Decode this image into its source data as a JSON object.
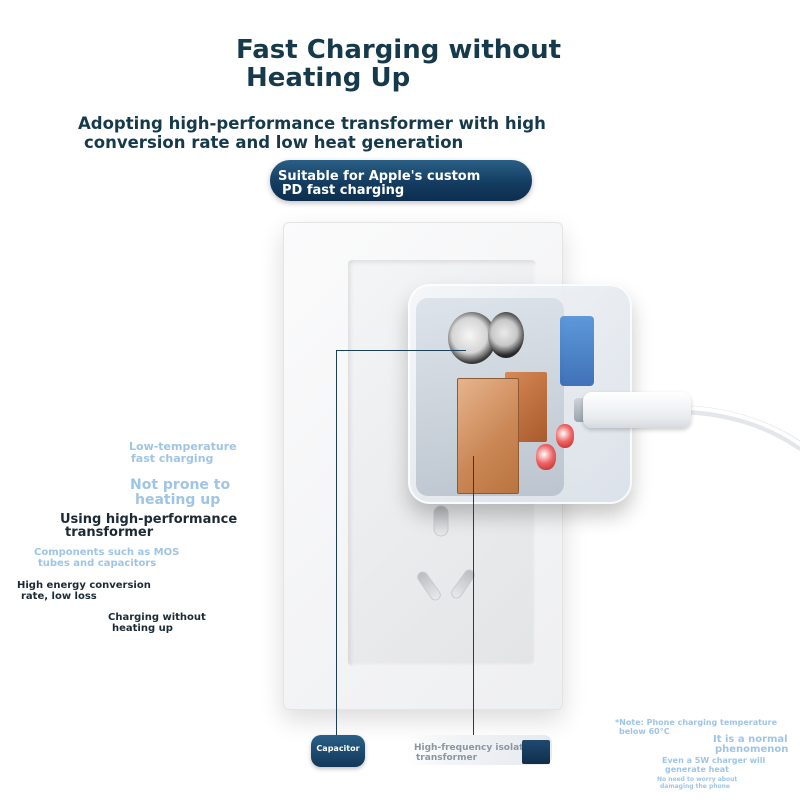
{
  "header": {
    "title_line1": "Fast Charging without",
    "title_line2": "Heating Up",
    "subtitle_line1": "Adopting high-performance transformer with high",
    "subtitle_line2": "conversion rate and low heat generation",
    "badge_line1": "Suitable for Apple's custom",
    "badge_line2": "PD fast charging"
  },
  "features": [
    {
      "line1": "Low-temperature",
      "line2": "fast charging"
    },
    {
      "line1": "Not prone to",
      "line2": "heating up"
    },
    {
      "line1": "Using high-performance",
      "line2": "transformer"
    },
    {
      "line1": "Components such as MOS",
      "line2": "tubes and capacitors"
    },
    {
      "line1": "High energy conversion",
      "line2": "rate, low loss"
    },
    {
      "line1": "Charging without",
      "line2": "heating up"
    }
  ],
  "labels": {
    "capacitor": "Capacitor",
    "transformer_line1": "High-frequency isolation",
    "transformer_line2": "transformer"
  },
  "notes": {
    "note1_line1": "*Note: Phone charging temperature",
    "note1_line2": "below 60°C",
    "note2_line1": "It is a normal",
    "note2_line2": "phenomenon",
    "note3_line1": "Even a 5W charger will",
    "note3_line2": "generate heat",
    "note4_line1": "No need to worry about",
    "note4_line2": "damaging the phone"
  },
  "colors": {
    "heading": "#163a4c",
    "accent_dark": "#143d61",
    "light_blue_text": "#9ec5e6",
    "dark_text": "#1c2a36"
  }
}
